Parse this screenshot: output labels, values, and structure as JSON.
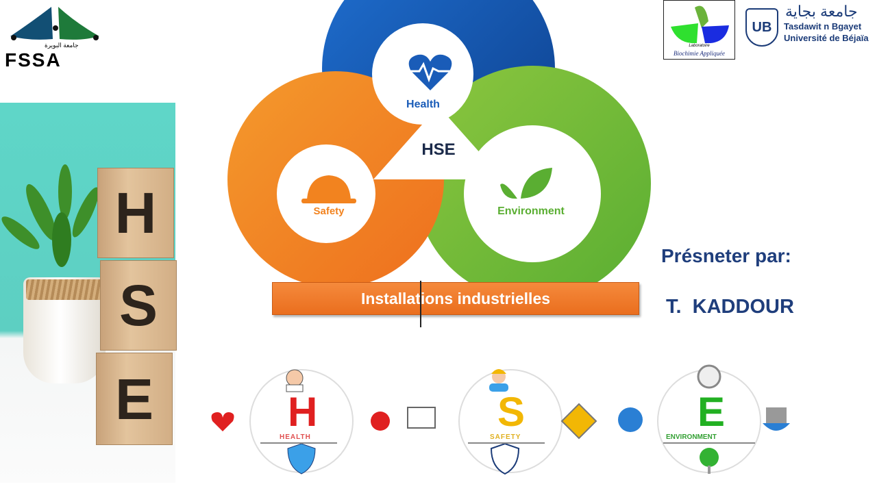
{
  "logos": {
    "fssa": {
      "text": "FSSA",
      "arabic": "جامعة البويرة"
    },
    "lab": {
      "line1": "Laboratoire",
      "line2": "Biochimie Appliquée"
    },
    "university": {
      "arabic": "جامعة بجاية",
      "line1": "Tasdawit n Bgayet",
      "line2": "Université de Béjaïa",
      "mark": "UB"
    }
  },
  "photo_blocks": [
    "H",
    "S",
    "E"
  ],
  "venn": {
    "health": "Health",
    "safety": "Safety",
    "environment": "Environment",
    "center": "HSE"
  },
  "title_bar": "Installations industrielles",
  "presenter": {
    "label": "Présneter par:",
    "name": "T.  KADDOUR"
  },
  "infographic": [
    {
      "letter": "H",
      "word": "HEALTH",
      "color": "#e02020"
    },
    {
      "letter": "S",
      "word": "SAFETY",
      "color": "#f2b705"
    },
    {
      "letter": "E",
      "word": "ENVIRONMENT",
      "color": "#22b022"
    }
  ],
  "colors": {
    "blue": "#1a5cb8",
    "orange": "#f2831f",
    "green": "#7cc242",
    "presenter": "#1f3e7c"
  }
}
